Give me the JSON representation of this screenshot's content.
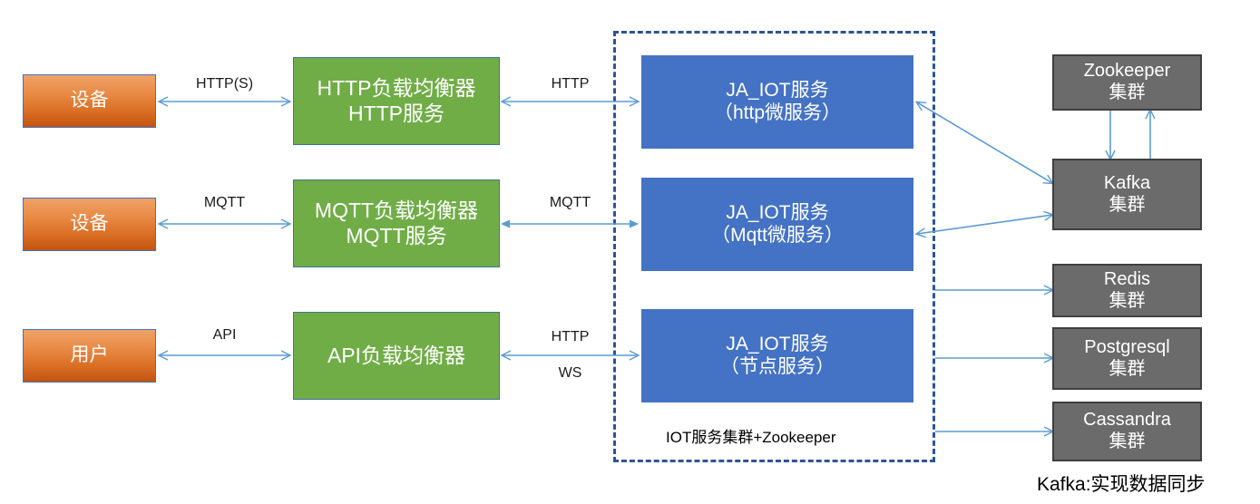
{
  "diagram": {
    "title_note": "Kafka:实现数据同步",
    "group_label": "IOT服务集群+Zookeeper",
    "colors": {
      "client": "#DB7026",
      "balancer": "#70AD47",
      "service": "#4472C4",
      "cluster": "#6B6B6B",
      "arrow": "#5B9BD5",
      "group_border": "#2E5496"
    }
  },
  "clients": [
    {
      "id": "device-http",
      "label": "设备"
    },
    {
      "id": "device-mqtt",
      "label": "设备"
    },
    {
      "id": "user-api",
      "label": "用户"
    }
  ],
  "balancers": [
    {
      "id": "http-lb",
      "label": "HTTP负载均衡器\nHTTP服务"
    },
    {
      "id": "mqtt-lb",
      "label": "MQTT负载均衡器\nMQTT服务"
    },
    {
      "id": "api-lb",
      "label": "API负载均衡器"
    }
  ],
  "services": [
    {
      "id": "iot-http",
      "label": "JA_IOT服务\n（http微服务）"
    },
    {
      "id": "iot-mqtt",
      "label": "JA_IOT服务\n（Mqtt微服务）"
    },
    {
      "id": "iot-node",
      "label": "JA_IOT服务\n（节点服务）"
    }
  ],
  "clusters": [
    {
      "id": "zookeeper",
      "label": "Zookeeper\n集群"
    },
    {
      "id": "kafka",
      "label": "Kafka\n集群"
    },
    {
      "id": "redis",
      "label": "Redis\n集群"
    },
    {
      "id": "postgresql",
      "label": "Postgresql\n集群"
    },
    {
      "id": "cassandra",
      "label": "Cassandra\n集群"
    }
  ],
  "edge_labels": {
    "client_http": "HTTP(S)",
    "client_mqtt": "MQTT",
    "client_api": "API",
    "lb_http": "HTTP",
    "lb_mqtt": "MQTT",
    "lb_api_1": "HTTP",
    "lb_api_2": "WS"
  }
}
